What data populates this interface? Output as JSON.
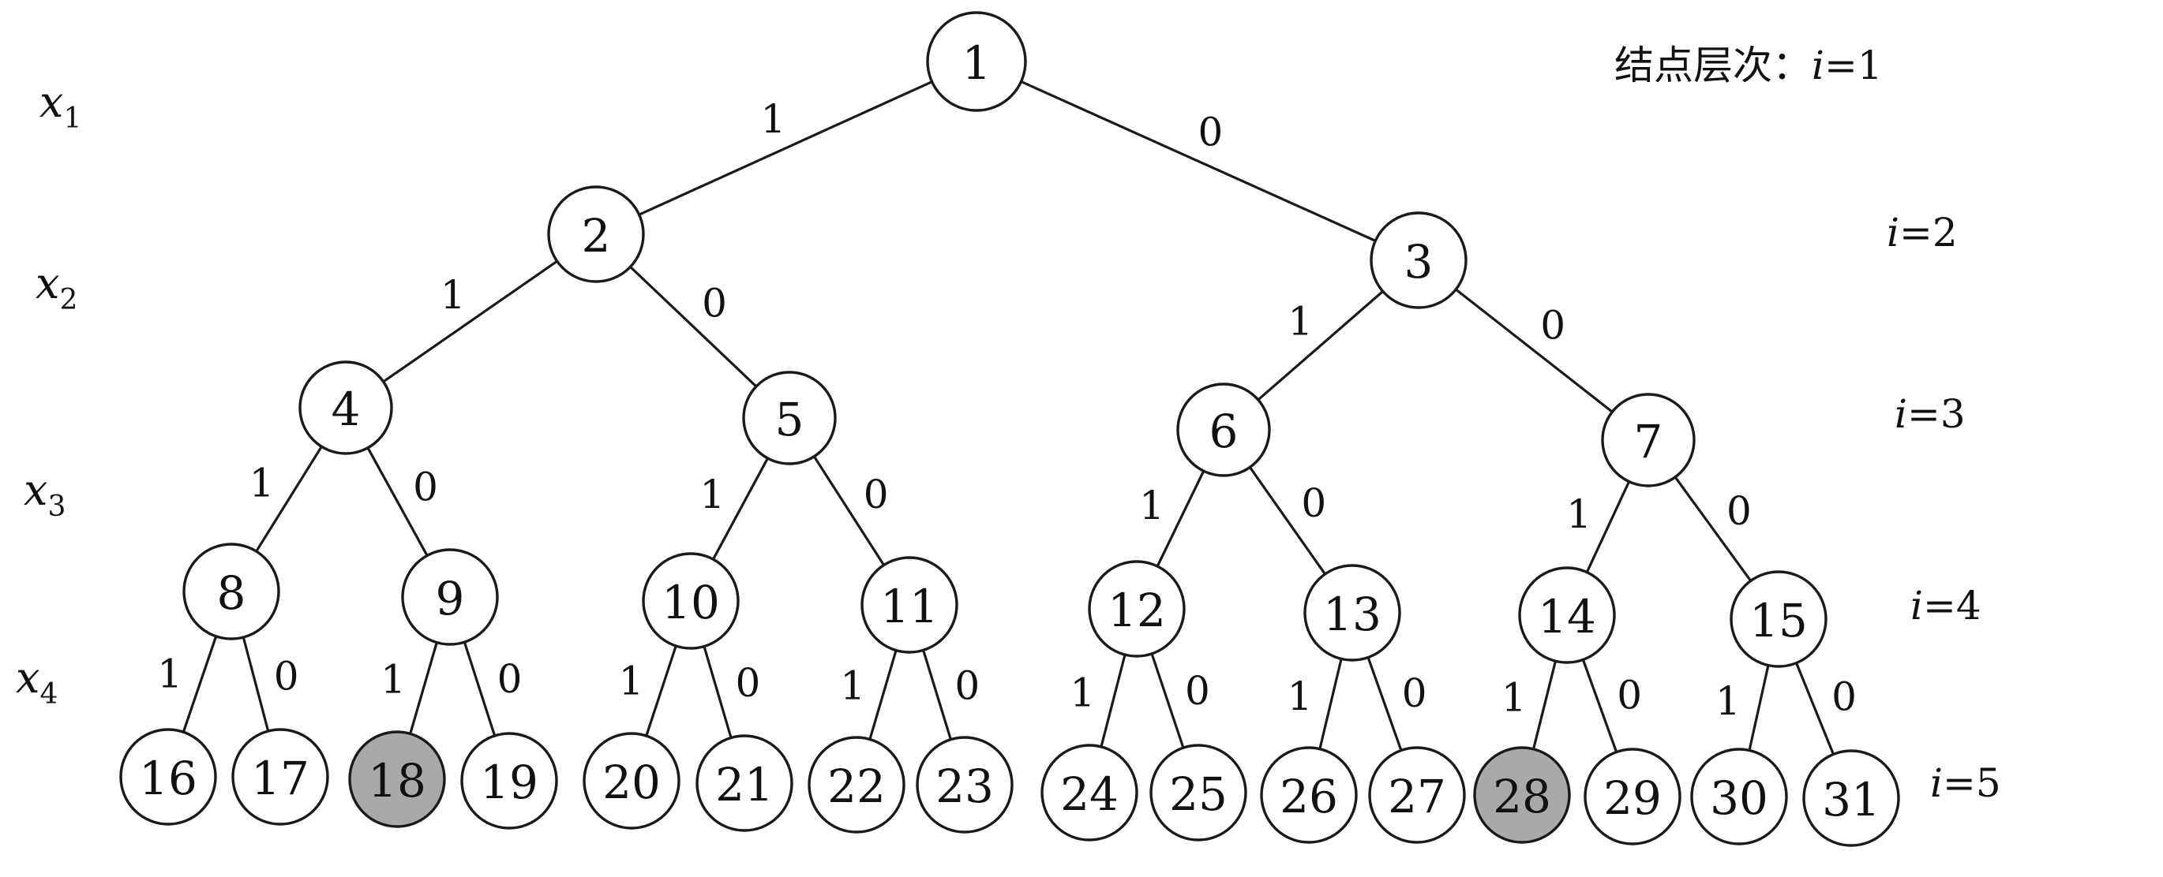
{
  "diagram": {
    "nodes": [
      {
        "id": 1,
        "label": "1"
      },
      {
        "id": 2,
        "label": "2"
      },
      {
        "id": 3,
        "label": "3"
      },
      {
        "id": 4,
        "label": "4"
      },
      {
        "id": 5,
        "label": "5"
      },
      {
        "id": 6,
        "label": "6"
      },
      {
        "id": 7,
        "label": "7"
      },
      {
        "id": 8,
        "label": "8"
      },
      {
        "id": 9,
        "label": "9"
      },
      {
        "id": 10,
        "label": "10"
      },
      {
        "id": 11,
        "label": "11"
      },
      {
        "id": 12,
        "label": "12"
      },
      {
        "id": 13,
        "label": "13"
      },
      {
        "id": 14,
        "label": "14"
      },
      {
        "id": 15,
        "label": "15"
      },
      {
        "id": 16,
        "label": "16"
      },
      {
        "id": 17,
        "label": "17"
      },
      {
        "id": 18,
        "label": "18",
        "highlighted": true
      },
      {
        "id": 19,
        "label": "19"
      },
      {
        "id": 20,
        "label": "20"
      },
      {
        "id": 21,
        "label": "21"
      },
      {
        "id": 22,
        "label": "22"
      },
      {
        "id": 23,
        "label": "23"
      },
      {
        "id": 24,
        "label": "24"
      },
      {
        "id": 25,
        "label": "25"
      },
      {
        "id": 26,
        "label": "26"
      },
      {
        "id": 27,
        "label": "27"
      },
      {
        "id": 28,
        "label": "28",
        "highlighted": true
      },
      {
        "id": 29,
        "label": "29"
      },
      {
        "id": 30,
        "label": "30"
      },
      {
        "id": 31,
        "label": "31"
      }
    ],
    "edge_labels": {
      "left": "1",
      "right": "0"
    },
    "variables": [
      {
        "base": "x",
        "sub": "1"
      },
      {
        "base": "x",
        "sub": "2"
      },
      {
        "base": "x",
        "sub": "3"
      },
      {
        "base": "x",
        "sub": "4"
      }
    ],
    "levels": [
      {
        "prefix": "结点层次：",
        "var": "i",
        "eq": "=1"
      },
      {
        "prefix": "",
        "var": "i",
        "eq": "=2"
      },
      {
        "prefix": "",
        "var": "i",
        "eq": "=3"
      },
      {
        "prefix": "",
        "var": "i",
        "eq": "=4"
      },
      {
        "prefix": "",
        "var": "i",
        "eq": "=5"
      }
    ],
    "colors": {
      "stroke": "#1a1a1a",
      "node_fill": "#ffffff",
      "highlight_fill": "#a9a9a9",
      "text": "#111111"
    }
  }
}
